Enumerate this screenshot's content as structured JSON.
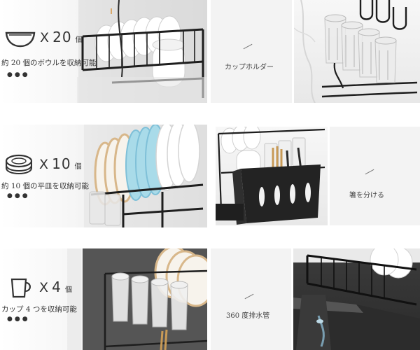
{
  "rows": [
    {
      "icon": "bowl-icon",
      "multiplier": "X",
      "count": "20",
      "unit": "個",
      "description": "約 20 個のボウルを収納可能",
      "dots": "●●●",
      "feature_label": "カップホルダー"
    },
    {
      "icon": "plate-icon",
      "multiplier": "X",
      "count": "10",
      "unit": "個",
      "description": "約 10 個の平皿を収納可能",
      "dots": "●●●",
      "feature_label": "箸を分ける"
    },
    {
      "icon": "cup-icon",
      "multiplier": "X",
      "count": "4",
      "unit": "個",
      "description": "カップ 4 つを収納可能",
      "dots": "●●●",
      "feature_label": "360 度排水管"
    }
  ],
  "colors": {
    "background": "#ffffff",
    "panel_grey": "#f3f3f3",
    "rack_black": "#1e1e1e",
    "plate_blue": "#9fd3e6",
    "plate_rim": "#d8b78a",
    "text": "#333333"
  }
}
